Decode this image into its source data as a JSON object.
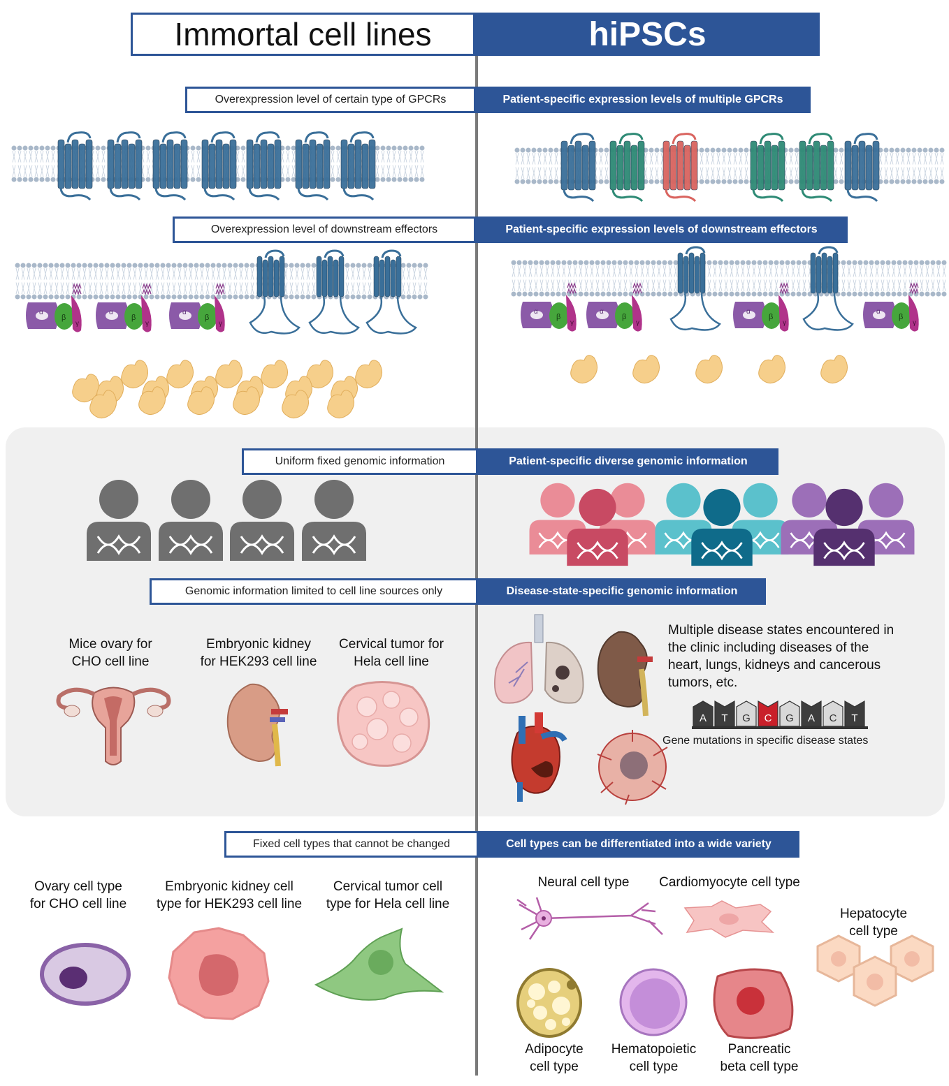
{
  "header": {
    "left_title": "Immortal cell lines",
    "right_title": "hiPSCs"
  },
  "section1": {
    "left_label": "Overexpression level of certain type of GPCRs",
    "right_label": "Patient-specific expression levels of multiple GPCRs"
  },
  "section2": {
    "left_label": "Overexpression level of downstream effectors",
    "right_label": "Patient-specific expression levels of downstream effectors",
    "g_alpha": "α",
    "g_beta": "β",
    "g_gamma": "γ"
  },
  "section3": {
    "left_label": "Uniform fixed genomic information",
    "right_label": "Patient-specific diverse genomic information"
  },
  "section4": {
    "left_label": "Genomic information limited to cell line sources only",
    "right_label": "Disease-state-specific genomic information",
    "organs": [
      {
        "line1": "Mice ovary for",
        "line2": "CHO cell line"
      },
      {
        "line1": "Embryonic kidney",
        "line2": "for HEK293 cell line"
      },
      {
        "line1": "Cervical tumor for",
        "line2": "Hela cell line"
      }
    ],
    "disease_text_lines": [
      "Multiple disease states encountered in",
      "the clinic including diseases of the",
      "heart, lungs, kidneys and cancerous",
      "tumors, etc."
    ],
    "dna_letters": [
      "A",
      "T",
      "G",
      "C",
      "G",
      "A",
      "C",
      "T"
    ],
    "mutation_caption": "Gene mutations in specific disease states"
  },
  "section5": {
    "left_label": "Fixed cell types that cannot be changed",
    "right_label": "Cell types can be differentiated into a wide variety",
    "left_cells": [
      {
        "line1": "Ovary cell type",
        "line2": "for CHO cell line"
      },
      {
        "line1": "Embryonic kidney cell",
        "line2": "type for HEK293 cell line"
      },
      {
        "line1": "Cervical tumor cell",
        "line2": "type for Hela cell line"
      }
    ],
    "neural": "Neural cell type",
    "cardio": "Cardiomyocyte cell type",
    "hepato": {
      "line1": "Hepatocyte",
      "line2": "cell type"
    },
    "adipo": {
      "line1": "Adipocyte",
      "line2": "cell type"
    },
    "hemato": {
      "line1": "Hematopoietic",
      "line2": "cell type"
    },
    "pancreatic": {
      "line1": "Pancreatic",
      "line2": "beta cell type"
    }
  },
  "colors": {
    "brand_blue": "#2d5597",
    "gpcr_blue": "#3a6f99",
    "gpcr_green": "#2e8a75",
    "gpcr_red": "#d9645f",
    "effector": "#f6cf8b",
    "g_alpha": "#8b5aa8",
    "g_beta": "#46a63c",
    "g_gamma": "#b0338a",
    "panel_grey": "#f0f0f0"
  }
}
